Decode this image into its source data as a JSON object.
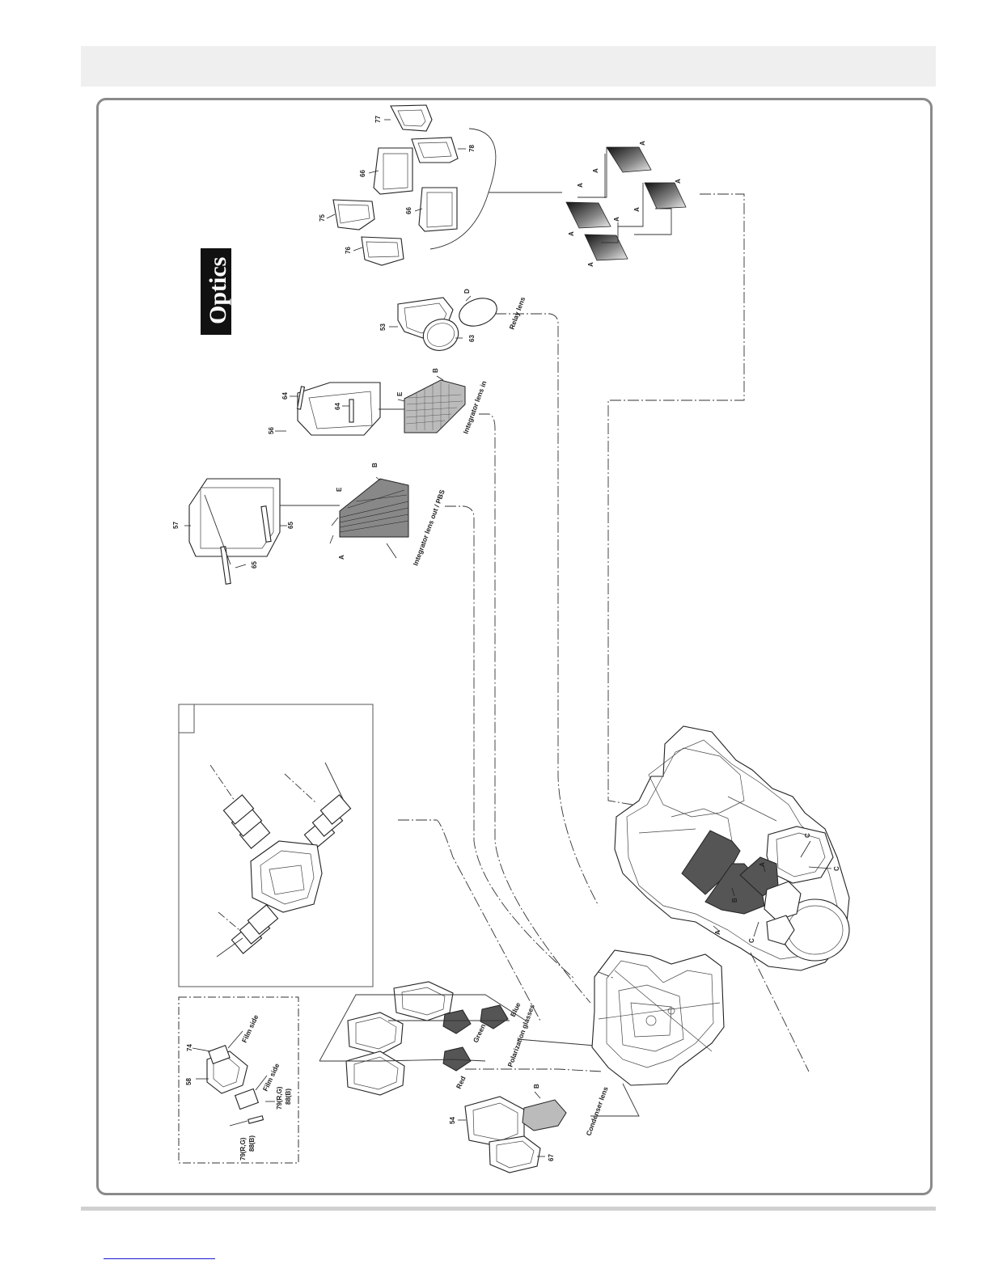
{
  "page": {
    "title": "Optics"
  },
  "part_labels": {
    "p77": "77",
    "p78": "78",
    "p66a": "66",
    "p66b": "66",
    "p75": "75",
    "p76": "76",
    "p53": "53",
    "p63": "63",
    "pD": "D",
    "p56": "56",
    "p64a": "64",
    "p64b": "64",
    "pE1": "E",
    "pB1": "B",
    "p57": "57",
    "p65a": "65",
    "p65b": "65",
    "pE2": "E",
    "pB2": "B",
    "pA1": "A",
    "p54": "54",
    "p67": "67",
    "pB3": "B",
    "p58": "58",
    "p74": "74",
    "p79a": "79(R,G)",
    "p88a": "88(B)",
    "p79b": "79(R,G)",
    "p88b": "88(B)",
    "mA1": "A",
    "mA2": "A",
    "mA3": "A",
    "mA4": "A",
    "mA5": "A",
    "mA6": "A",
    "mA7": "A",
    "mA8": "A",
    "eA1": "A",
    "eA2": "A",
    "eB1": "B",
    "eC1": "C",
    "eC2": "C",
    "eC3": "C"
  },
  "captions": {
    "relay_lens": "Relay lens",
    "integrator_in": "Integrator lens in",
    "integrator_out": "Integrator lens out / PBS",
    "condenser_lens": "Condenser lens",
    "polarization_glasses": "Polarization glasses",
    "red": "Red",
    "green": "Green",
    "blue": "Blue",
    "film_side_1": "Film side",
    "film_side_2": "Film side"
  }
}
